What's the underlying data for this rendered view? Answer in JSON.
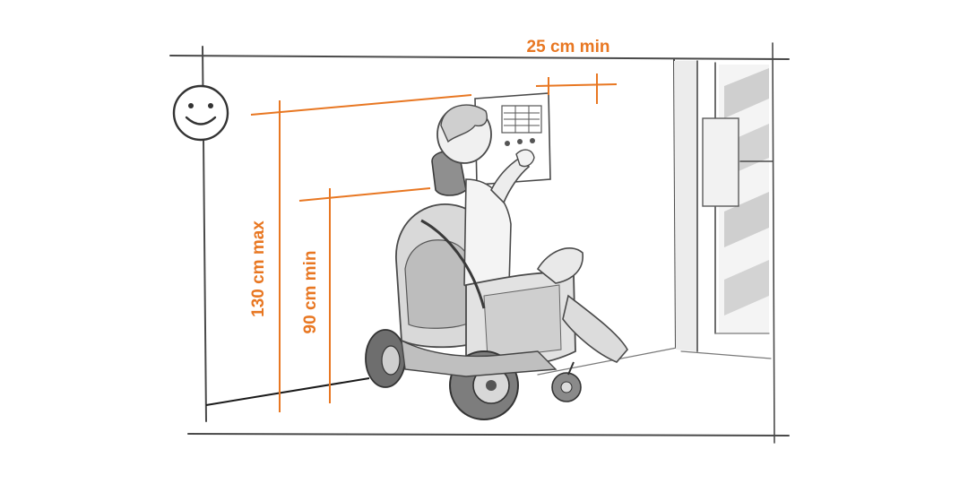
{
  "colors": {
    "accent": "#e87722",
    "ink": "#3c3c3c",
    "shade_light": "#e6e6e6",
    "shade_mid": "#c9c9c9",
    "shade_dark": "#9a9a9a"
  },
  "dimensions": {
    "top_clearance": "25 cm min",
    "max_height": "130 cm max",
    "min_height": "90 cm min"
  },
  "icons": {
    "eye_level_marker": "smiley-face-icon"
  }
}
